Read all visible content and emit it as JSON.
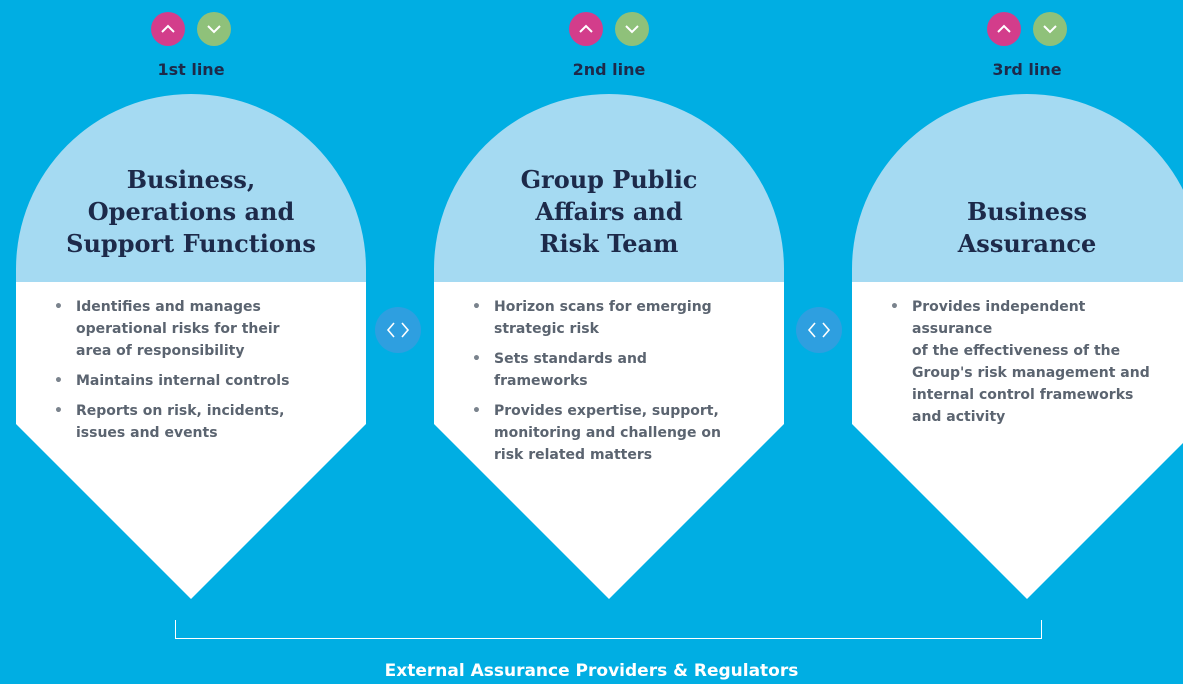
{
  "colors": {
    "background": "#00aee3",
    "cap": "#a5daf2",
    "body": "#ffffff",
    "up_button": "#d33d8b",
    "down_button": "#8fc17a",
    "connector": "#2e9fe0",
    "title": "#1d2a4a",
    "text": "#5b6470"
  },
  "columns": [
    {
      "line_label": "1st line",
      "title_lines": [
        "Business,",
        "Operations and",
        "Support Functions"
      ],
      "bullets": [
        [
          "Identifies and manages",
          "operational risks for their",
          "area of responsibility"
        ],
        [
          "Maintains internal controls"
        ],
        [
          "Reports on risk, incidents,",
          "issues and events"
        ]
      ]
    },
    {
      "line_label": "2nd line",
      "title_lines": [
        "Group Public",
        "Affairs and",
        "Risk Team"
      ],
      "bullets": [
        [
          "Horizon scans for emerging",
          "strategic risk"
        ],
        [
          "Sets standards and frameworks"
        ],
        [
          "Provides expertise, support,",
          "monitoring and challenge on",
          "risk related matters"
        ]
      ]
    },
    {
      "line_label": "3rd line",
      "title_lines": [
        "Business",
        "Assurance"
      ],
      "bullets": [
        [
          "Provides independent assurance",
          "of the effectiveness of the",
          "Group's risk management and",
          "internal control frameworks",
          "and activity"
        ]
      ]
    }
  ],
  "footer": "External Assurance Providers & Regulators"
}
